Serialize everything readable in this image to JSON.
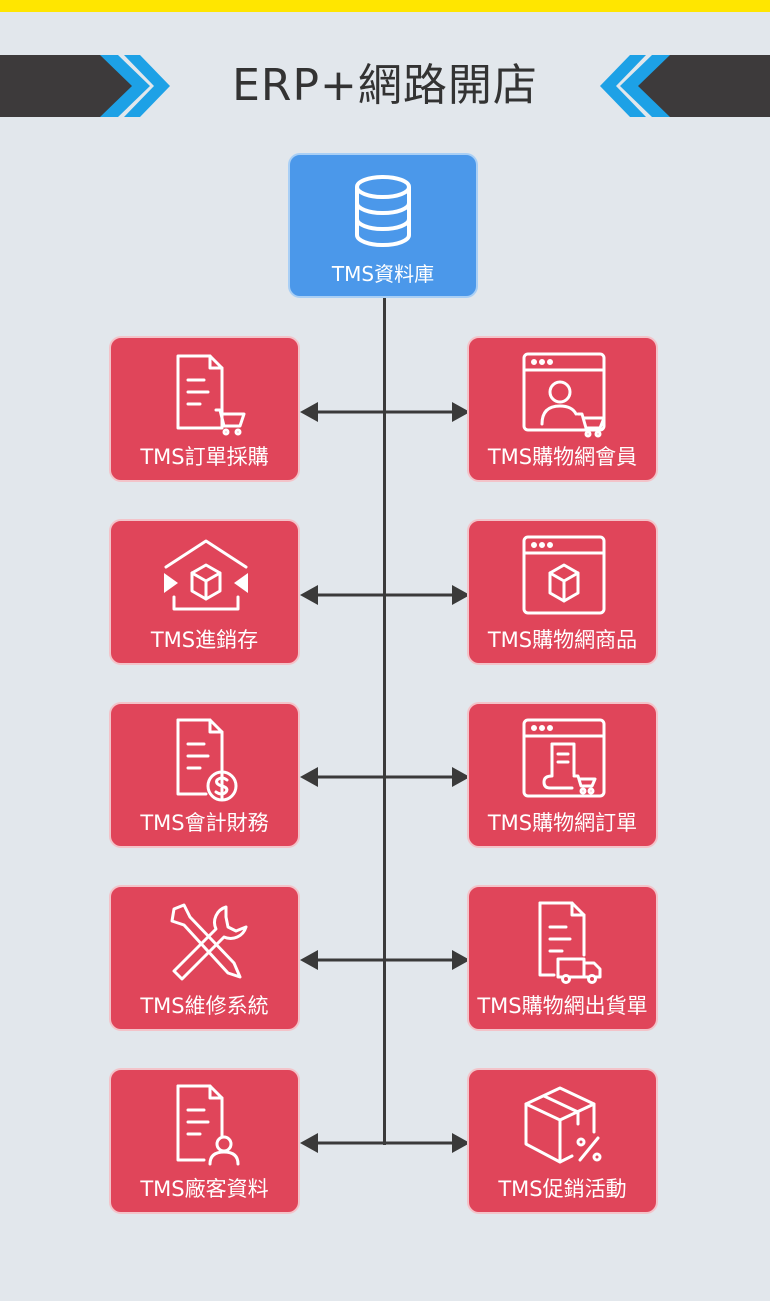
{
  "header": {
    "title": "ERP+網路開店",
    "colors": {
      "top_bar": "#ffe600",
      "band": "#3d3a3b",
      "chevron": "#1da1e6",
      "background": "#e2e7ec"
    }
  },
  "center": {
    "label": "TMS資料庫",
    "icon": "database-icon",
    "color": "#4b98ea"
  },
  "left_modules": [
    {
      "label": "TMS訂單採購",
      "icon": "purchase-order-cart-icon"
    },
    {
      "label": "TMS進銷存",
      "icon": "warehouse-box-icon"
    },
    {
      "label": "TMS會計財務",
      "icon": "invoice-dollar-icon"
    },
    {
      "label": "TMS維修系統",
      "icon": "wrench-screwdriver-icon"
    },
    {
      "label": "TMS廠客資料",
      "icon": "document-user-icon"
    }
  ],
  "right_modules": [
    {
      "label": "TMS購物網會員",
      "icon": "browser-user-cart-icon"
    },
    {
      "label": "TMS購物網商品",
      "icon": "browser-box-icon"
    },
    {
      "label": "TMS購物網訂單",
      "icon": "browser-receipt-cart-icon"
    },
    {
      "label": "TMS購物網出貨單",
      "icon": "document-truck-icon"
    },
    {
      "label": "TMS促銷活動",
      "icon": "box-percent-icon"
    }
  ],
  "module_color": "#e0455a"
}
